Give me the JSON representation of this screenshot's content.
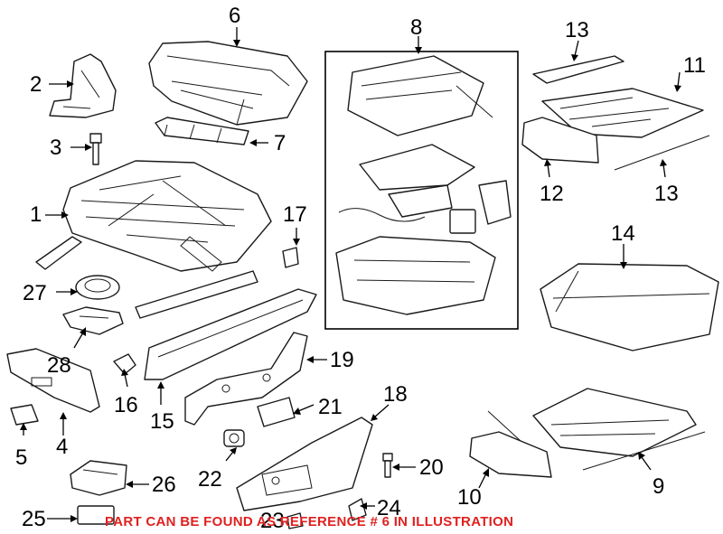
{
  "diagram": {
    "callouts": {
      "c1": "1",
      "c2": "2",
      "c3": "3",
      "c4": "4",
      "c5": "5",
      "c6": "6",
      "c7": "7",
      "c8": "8",
      "c9": "9",
      "c10": "10",
      "c11": "11",
      "c12": "12",
      "c13a": "13",
      "c13b": "13",
      "c14": "14",
      "c15": "15",
      "c16": "16",
      "c17": "17",
      "c18": "18",
      "c19": "19",
      "c20": "20",
      "c21": "21",
      "c22": "22",
      "c23": "23",
      "c24": "24",
      "c25": "25",
      "c26": "26",
      "c27": "27",
      "c28": "28"
    },
    "footer_note": "PART CAN BE FOUND AS REFERENCE # 6 IN ILLUSTRATION",
    "colors": {
      "lines": "#1a1a1a",
      "note": "#e02020",
      "background": "#ffffff"
    }
  }
}
